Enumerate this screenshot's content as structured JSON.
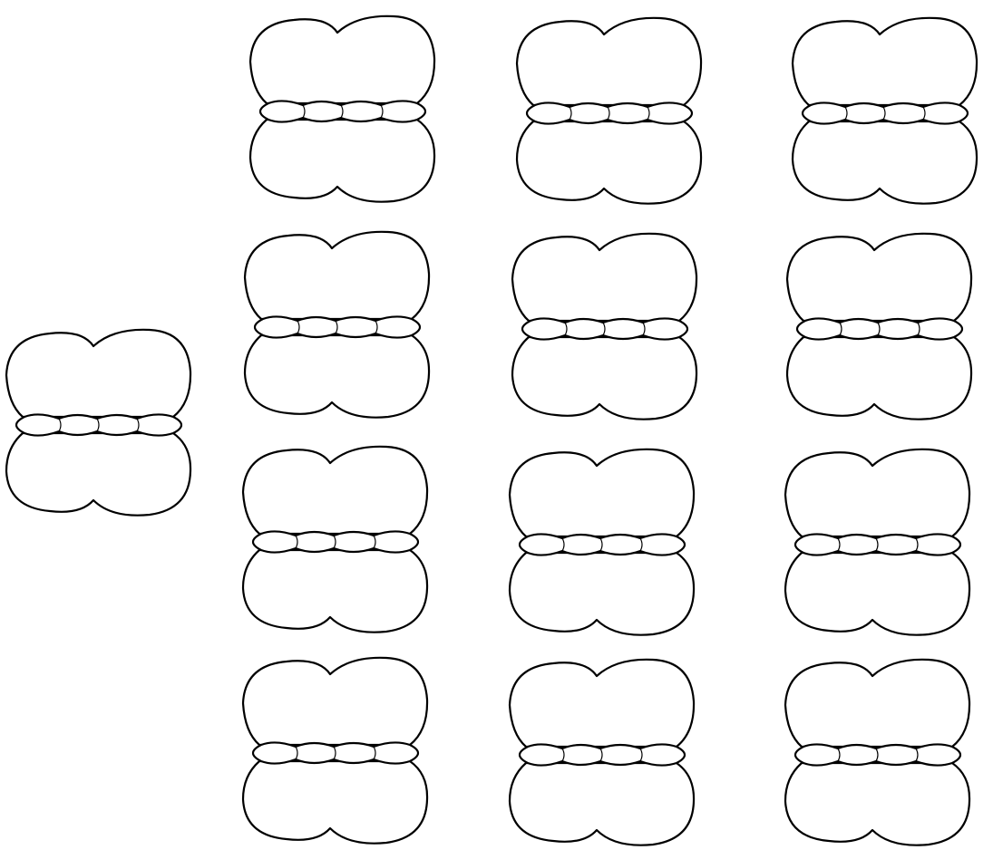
{
  "scene": {
    "background": "#ffffff",
    "stroke_color": "#000000",
    "fill_color": "#ffffff",
    "shape_icon": "sandwich-cookie-icon",
    "groups": [
      {
        "name": "single-cookie-group",
        "count": 1
      },
      {
        "name": "cookie-grid",
        "rows": 4,
        "columns": 3,
        "count": 12
      }
    ]
  }
}
